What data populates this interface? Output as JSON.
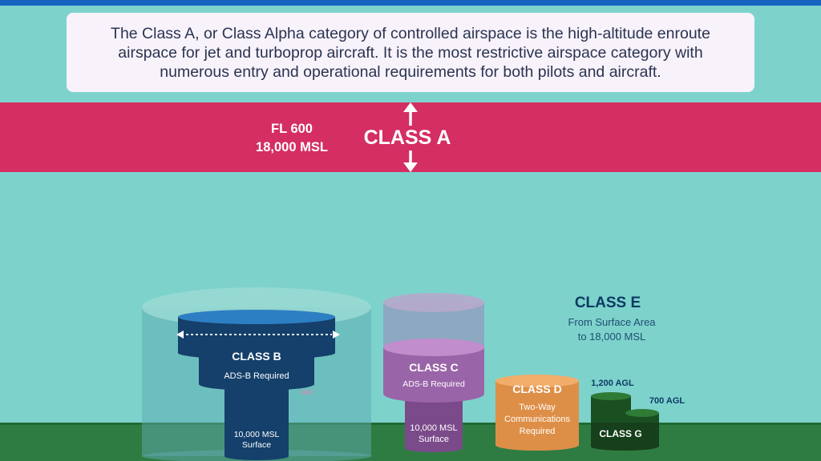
{
  "description": "The Class A, or Class Alpha category of controlled airspace is the high-altitude enroute airspace for jet and turboprop aircraft. It is the most restrictive airspace category with numerous entry and operational requirements for both pilots and aircraft.",
  "class_a": {
    "upper_limit": "FL 600",
    "lower_limit": "18,000 MSL",
    "title": "CLASS A"
  },
  "class_b": {
    "title": "CLASS B",
    "requirement": "ADS-B Required",
    "ceiling": "10,000 MSL",
    "floor": "Surface"
  },
  "class_c": {
    "title": "CLASS C",
    "requirement": "ADS-B Required",
    "ceiling": "10,000 MSL",
    "floor": "Surface"
  },
  "class_d": {
    "title": "CLASS D",
    "requirement_line1": "Two-Way",
    "requirement_line2": "Communications",
    "requirement_line3": "Required"
  },
  "class_e": {
    "title": "CLASS E",
    "line1": "From Surface Area",
    "line2": "to 18,000 MSL"
  },
  "class_g": {
    "title": "CLASS G",
    "agl_high": "1,200 AGL",
    "agl_low": "700 AGL"
  },
  "colors": {
    "sky": "#7dd3cc",
    "class_a": "#d42e63",
    "class_b": "#14406b",
    "class_c": "#9a64a8",
    "class_d": "#de8f47",
    "class_g": "#1e5a27",
    "ground": "#2f7c43",
    "top_bar": "#1565c0"
  }
}
